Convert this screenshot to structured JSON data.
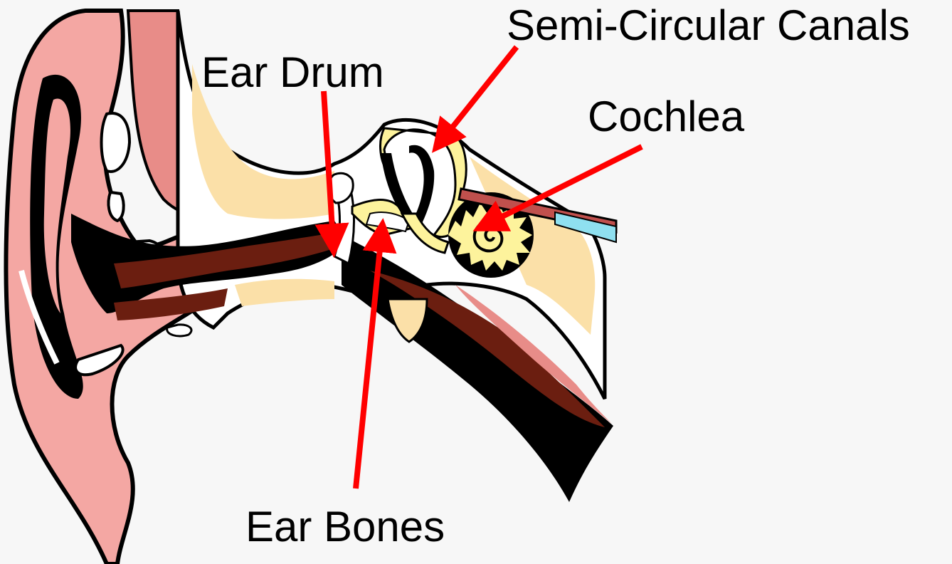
{
  "labels": {
    "semicircular_canals": "Semi-Circular Canals",
    "ear_drum": "Ear Drum",
    "cochlea": "Cochlea",
    "ear_bones": "Ear Bones"
  },
  "colors": {
    "background": "#f7f7f7",
    "skin_pink": "#f4a7a3",
    "bone_beige": "#fbe0a8",
    "canal_brown": "#6b1e10",
    "cochlea_yellow": "#fdf39c",
    "pointer_red": "#ff0000",
    "nerve_blue": "#8fe0f0",
    "nerve_red": "#c0504d",
    "outline_black": "#000000"
  }
}
